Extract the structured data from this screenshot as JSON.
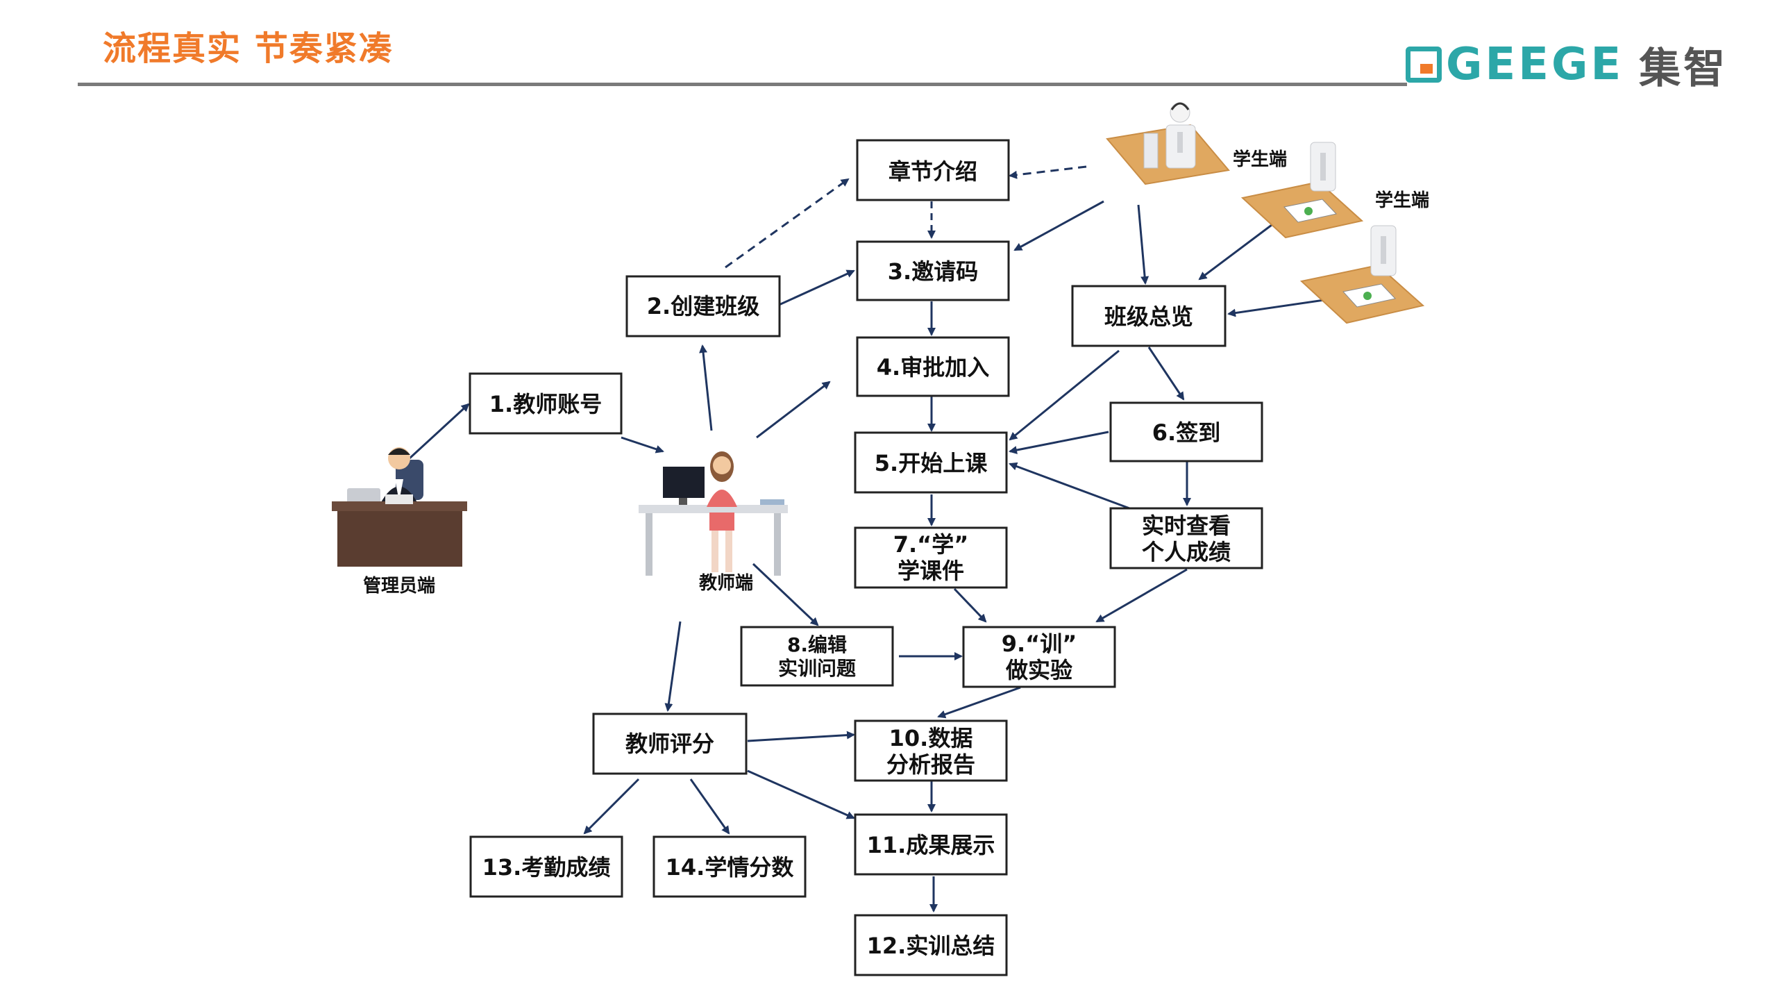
{
  "header": {
    "title": "流程真实 节奏紧凑",
    "logo_word": "GEEGE",
    "logo_cn": "集智"
  },
  "colors": {
    "title": "#F07A2A",
    "logo_teal": "#2CA7A8",
    "box_border": "#222222",
    "arrow": "#1F3560"
  },
  "actors": {
    "admin": "管理员端",
    "teacher": "教师端",
    "student1": "学生端",
    "student2": "学生端"
  },
  "nodes": {
    "chapter": [
      "章节介绍"
    ],
    "create_class": [
      "2.创建班级"
    ],
    "invite": [
      "3.邀请码"
    ],
    "approve": [
      "4.审批加入"
    ],
    "start": [
      "5.开始上课"
    ],
    "learn": [
      "7.“学”",
      "学课件"
    ],
    "edit": [
      "8.编辑",
      "实训问题"
    ],
    "train": [
      "9.“训”",
      "做实验"
    ],
    "teacher_account": [
      "1.教师账号"
    ],
    "overview": [
      "班级总览"
    ],
    "signin": [
      "6.签到"
    ],
    "realtime": [
      "实时查看",
      "个人成绩"
    ],
    "report": [
      "10.数据",
      "分析报告"
    ],
    "score": [
      "教师评分"
    ],
    "show": [
      "11.成果展示"
    ],
    "summary": [
      "12.实训总结"
    ],
    "attend": [
      "13.考勤成绩"
    ],
    "study": [
      "14.学情分数"
    ]
  }
}
